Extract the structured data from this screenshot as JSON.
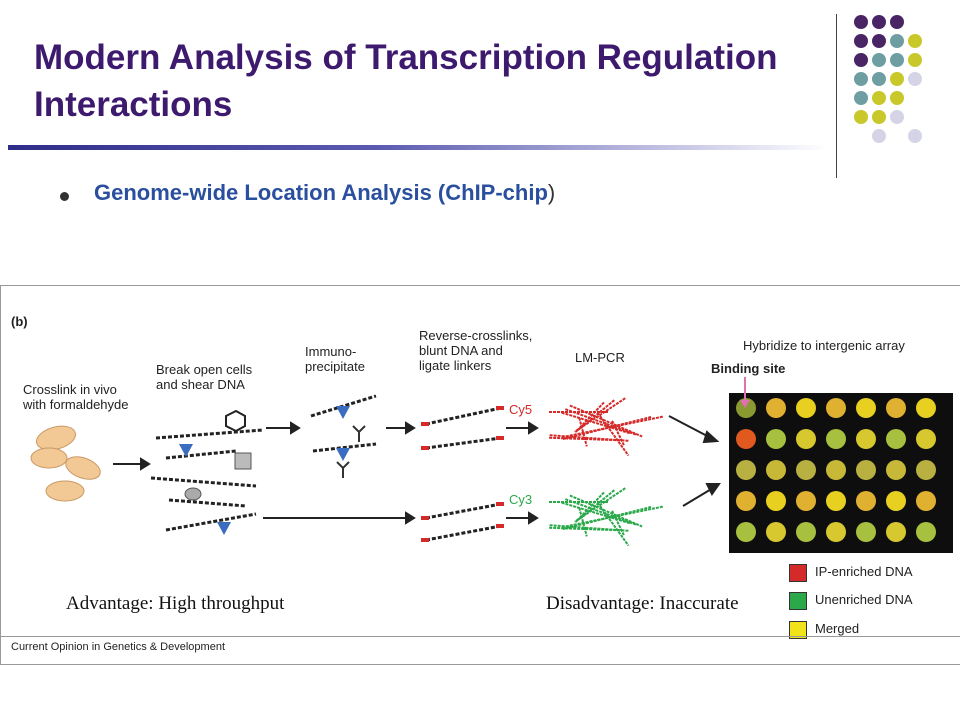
{
  "slide": {
    "title": "Modern Analysis of Transcription Regulation Interactions",
    "bullet": {
      "text": "Genome-wide Location Analysis (ChIP-chip",
      "close_paren": ")"
    }
  },
  "figure": {
    "panel_label": "(b)",
    "steps": {
      "crosslink": "Crosslink in vivo\nwith formaldehyde",
      "break": "Break open cells\nand shear DNA",
      "immuno": "Immuno-\nprecipitate",
      "reverse": "Reverse-crosslinks,\nblunt DNA and\nligate linkers",
      "lmpcr": "LM-PCR",
      "hybridize": "Hybridize to intergenic array",
      "binding_site": "Binding site"
    },
    "dyes": {
      "cy5": "Cy5",
      "cy3": "Cy3"
    },
    "legend": [
      {
        "label": "IP-enriched DNA",
        "color": "#d42a2a"
      },
      {
        "label": "Unenriched DNA",
        "color": "#2aa84a"
      },
      {
        "label": "Merged",
        "color": "#f2e21a"
      }
    ],
    "source": "Current Opinion in Genetics & Development"
  },
  "notes": {
    "advantage": "Advantage: High throughput",
    "disadvantage": "Disadvantage: Inaccurate"
  },
  "colors": {
    "title": "#3d1a6e",
    "bullet": "#2a4f9e",
    "dot_purple": "#4a2566",
    "dot_teal": "#6f9ea2",
    "dot_olive": "#c8c82a",
    "dot_lavender": "#d4d4e6",
    "cy5_red": "#d42a2a",
    "cy3_green": "#2aa84a"
  }
}
